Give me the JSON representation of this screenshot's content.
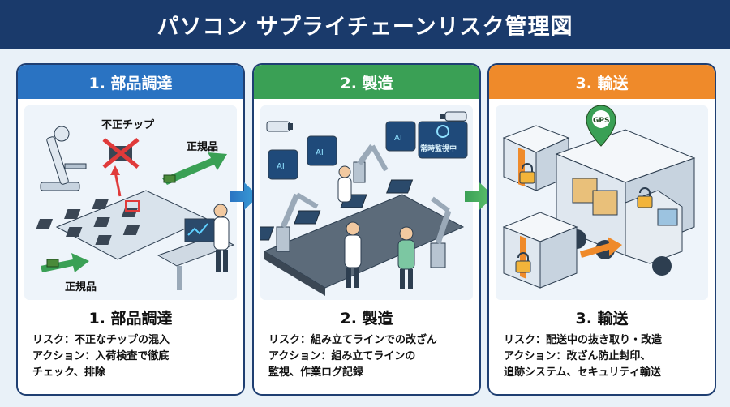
{
  "title": "パソコン サプライチェーンリスク管理図",
  "colors": {
    "navy": "#1a3a6b",
    "blue": "#2a73c2",
    "green": "#3aa055",
    "orange": "#ef8a2a"
  },
  "stages": [
    {
      "header": "1. 部品調達",
      "title": "1. 部品調達",
      "labels": {
        "bad_chip": "不正チップ",
        "genuine_a": "正規品",
        "genuine_b": "正規品"
      },
      "risk": "リスク：不正なチップの混入",
      "action_1": "アクション：入荷検査で徹底",
      "action_2": "チェック、排除"
    },
    {
      "header": "2. 製造",
      "title": "2. 製造",
      "labels": {
        "monitor_sign": "常時監視中",
        "ai": "AI"
      },
      "risk": "リスク：組み立てラインでの改ざん",
      "action_1": "アクション：組み立てラインの",
      "action_2": "監視、作業ログ記録"
    },
    {
      "header": "3. 輸送",
      "title": "3. 輸送",
      "labels": {
        "gps": "GPS"
      },
      "risk": "リスク：配送中の抜き取り・改造",
      "action_1": "アクション：改ざん防止封印、",
      "action_2": "追跡システム、セキュリティ輸送"
    }
  ]
}
